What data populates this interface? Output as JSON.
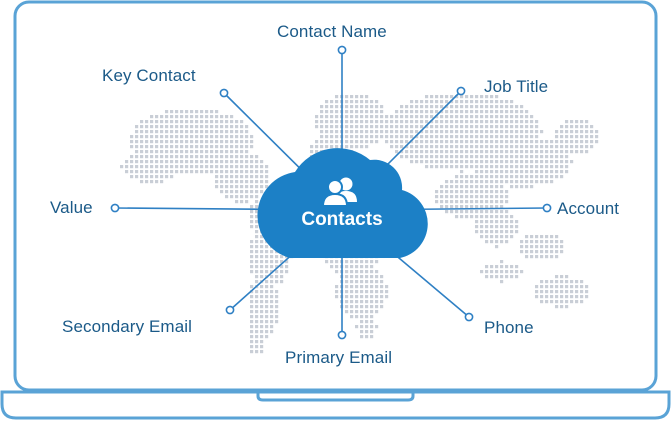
{
  "colors": {
    "frame": "#5aa3d6",
    "frame_fill": "#e3f0fa",
    "line": "#2f80c4",
    "cloud": "#1c80c6",
    "label": "#1b5a88",
    "map_dots": "#c9ced6"
  },
  "center": {
    "label": "Contacts",
    "icon": "contacts-people-icon"
  },
  "nodes": {
    "contact_name": "Contact Name",
    "key_contact": "Key Contact",
    "job_title": "Job Title",
    "value": "Value",
    "account": "Account",
    "secondary_email": "Secondary Email",
    "primary_email": "Primary Email",
    "phone": "Phone"
  },
  "decorations": {
    "background": "world-map-dotted",
    "device": "laptop-frame"
  }
}
